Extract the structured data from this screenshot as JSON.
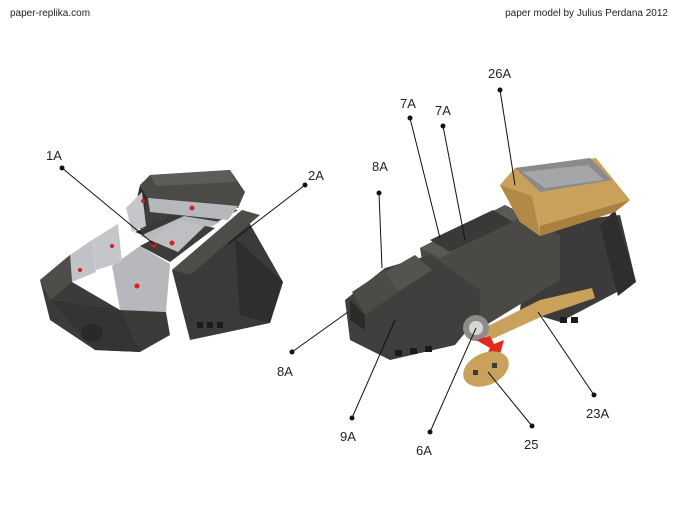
{
  "header": {
    "site": "paper-replika.com",
    "credit": "paper model by Julius Perdana 2012"
  },
  "labels": {
    "l1A": "1A",
    "l2A": "2A",
    "l8A_top": "8A",
    "l8A_left": "8A",
    "l7A_a": "7A",
    "l7A_b": "7A",
    "l26A": "26A",
    "l9A": "9A",
    "l6A": "6A",
    "l25": "25",
    "l23A": "23A"
  },
  "colors": {
    "body_dark": "#3a3937",
    "body_mid": "#4a4946",
    "body_light": "#5a5955",
    "panel_grey": "#b9bbbe",
    "accent_red": "#d42020",
    "tan": "#c9a15a",
    "tan_dark": "#a9813f",
    "arrow_red": "#e02a1c"
  }
}
